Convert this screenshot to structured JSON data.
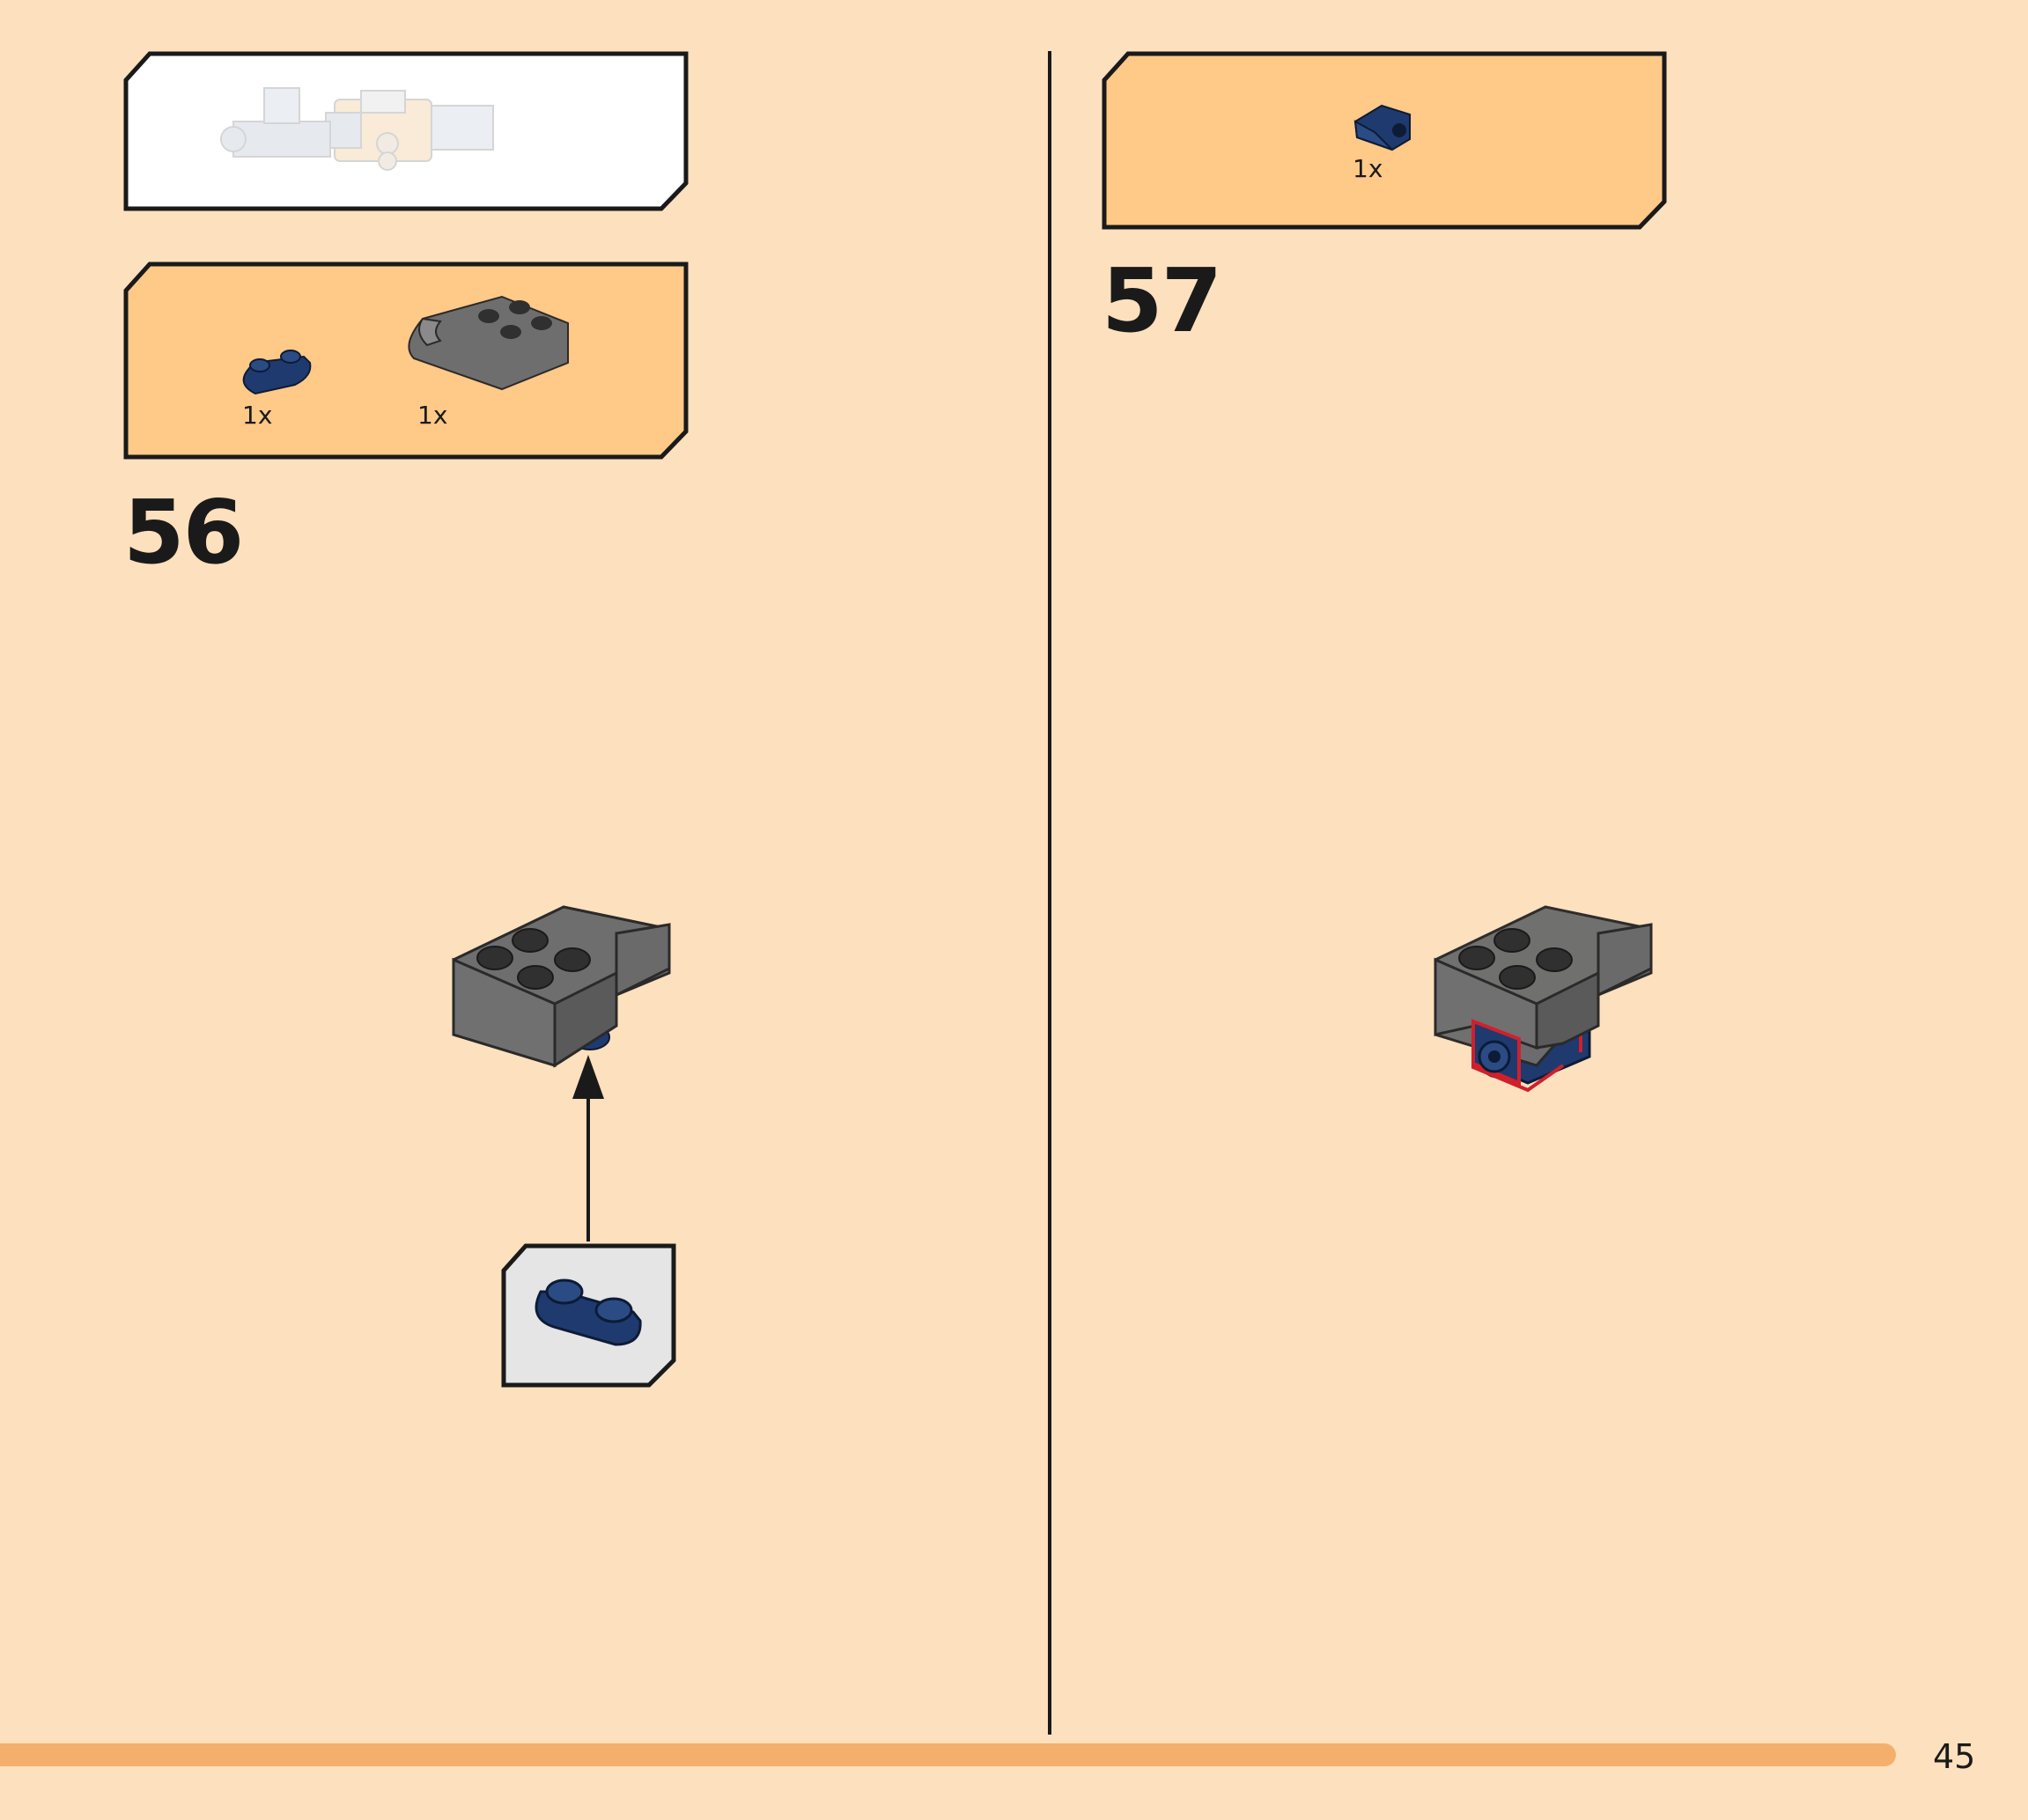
{
  "left_page": {
    "parts_callout": {
      "items": [
        {
          "qty": "1x",
          "part": "navy-plate-1x2-rounded"
        },
        {
          "qty": "1x",
          "part": "gray-brick-2x2-with-ball-socket"
        }
      ]
    },
    "step_number": "56"
  },
  "right_page": {
    "parts_callout": {
      "items": [
        {
          "qty": "1x",
          "part": "navy-bracket-with-stud"
        }
      ]
    },
    "step_number": "57"
  },
  "footer": {
    "page_number": "45"
  },
  "colors": {
    "page_background": "#fde0bd",
    "parts_box_fill": "#ffc987",
    "submodel_box_fill": "#ffffff",
    "part_popup_fill": "#e5e5e5",
    "accent_bar": "#f4af6c",
    "brick_gray": "#6e6e6e",
    "plate_navy": "#1f3a6e",
    "highlight_red": "#d0202c"
  }
}
